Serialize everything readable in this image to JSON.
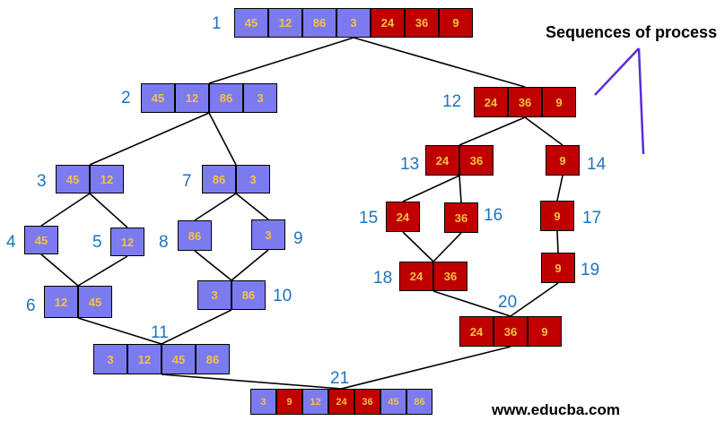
{
  "header": {
    "title": "Sequences of process"
  },
  "footer": {
    "site": "www.educba.com"
  },
  "colors": {
    "left_half": "#7b7bef",
    "right_half": "#c00000",
    "number_text": "#f5c242",
    "step_label": "#1e73be"
  },
  "nodes": [
    {
      "step": "1",
      "cells": [
        {
          "v": "45",
          "c": "blue"
        },
        {
          "v": "12",
          "c": "blue"
        },
        {
          "v": "86",
          "c": "blue"
        },
        {
          "v": "3",
          "c": "blue"
        },
        {
          "v": "24",
          "c": "red"
        },
        {
          "v": "36",
          "c": "red"
        },
        {
          "v": "9",
          "c": "red"
        }
      ]
    },
    {
      "step": "2",
      "cells": [
        {
          "v": "45",
          "c": "blue"
        },
        {
          "v": "12",
          "c": "blue"
        },
        {
          "v": "86",
          "c": "blue"
        },
        {
          "v": "3",
          "c": "blue"
        }
      ]
    },
    {
      "step": "3",
      "cells": [
        {
          "v": "45",
          "c": "blue"
        },
        {
          "v": "12",
          "c": "blue"
        }
      ]
    },
    {
      "step": "4",
      "cells": [
        {
          "v": "45",
          "c": "blue"
        }
      ]
    },
    {
      "step": "5",
      "cells": [
        {
          "v": "12",
          "c": "blue"
        }
      ]
    },
    {
      "step": "6",
      "cells": [
        {
          "v": "12",
          "c": "blue"
        },
        {
          "v": "45",
          "c": "blue"
        }
      ]
    },
    {
      "step": "7",
      "cells": [
        {
          "v": "86",
          "c": "blue"
        },
        {
          "v": "3",
          "c": "blue"
        }
      ]
    },
    {
      "step": "8",
      "cells": [
        {
          "v": "86",
          "c": "blue"
        }
      ]
    },
    {
      "step": "9",
      "cells": [
        {
          "v": "3",
          "c": "blue"
        }
      ]
    },
    {
      "step": "10",
      "cells": [
        {
          "v": "3",
          "c": "blue"
        },
        {
          "v": "86",
          "c": "blue"
        }
      ]
    },
    {
      "step": "11",
      "cells": [
        {
          "v": "3",
          "c": "blue"
        },
        {
          "v": "12",
          "c": "blue"
        },
        {
          "v": "45",
          "c": "blue"
        },
        {
          "v": "86",
          "c": "blue"
        }
      ]
    },
    {
      "step": "12",
      "cells": [
        {
          "v": "24",
          "c": "red"
        },
        {
          "v": "36",
          "c": "red"
        },
        {
          "v": "9",
          "c": "red"
        }
      ]
    },
    {
      "step": "13",
      "cells": [
        {
          "v": "24",
          "c": "red"
        },
        {
          "v": "36",
          "c": "red"
        }
      ]
    },
    {
      "step": "14",
      "cells": [
        {
          "v": "9",
          "c": "red"
        }
      ]
    },
    {
      "step": "15",
      "cells": [
        {
          "v": "24",
          "c": "red"
        }
      ]
    },
    {
      "step": "16",
      "cells": [
        {
          "v": "36",
          "c": "red"
        }
      ]
    },
    {
      "step": "17",
      "cells": [
        {
          "v": "9",
          "c": "red"
        }
      ]
    },
    {
      "step": "18",
      "cells": [
        {
          "v": "24",
          "c": "red"
        },
        {
          "v": "36",
          "c": "red"
        }
      ]
    },
    {
      "step": "19",
      "cells": [
        {
          "v": "9",
          "c": "red"
        }
      ]
    },
    {
      "step": "20",
      "cells": [
        {
          "v": "24",
          "c": "red"
        },
        {
          "v": "36",
          "c": "red"
        },
        {
          "v": "9",
          "c": "red"
        }
      ]
    },
    {
      "step": "21",
      "cells": [
        {
          "v": "3",
          "c": "blue"
        },
        {
          "v": "9",
          "c": "red"
        },
        {
          "v": "12",
          "c": "blue"
        },
        {
          "v": "24",
          "c": "red"
        },
        {
          "v": "36",
          "c": "red"
        },
        {
          "v": "45",
          "c": "blue"
        },
        {
          "v": "86",
          "c": "blue"
        }
      ]
    }
  ],
  "edges": [
    [
      "1",
      "2"
    ],
    [
      "1",
      "12"
    ],
    [
      "2",
      "3"
    ],
    [
      "2",
      "7"
    ],
    [
      "3",
      "4"
    ],
    [
      "3",
      "5"
    ],
    [
      "4",
      "6"
    ],
    [
      "5",
      "6"
    ],
    [
      "7",
      "8"
    ],
    [
      "7",
      "9"
    ],
    [
      "8",
      "10"
    ],
    [
      "9",
      "10"
    ],
    [
      "6",
      "11"
    ],
    [
      "10",
      "11"
    ],
    [
      "12",
      "13"
    ],
    [
      "12",
      "14"
    ],
    [
      "13",
      "15"
    ],
    [
      "13",
      "16"
    ],
    [
      "15",
      "18"
    ],
    [
      "16",
      "18"
    ],
    [
      "14",
      "17"
    ],
    [
      "17",
      "19"
    ],
    [
      "18",
      "20"
    ],
    [
      "19",
      "20"
    ],
    [
      "11",
      "21"
    ],
    [
      "20",
      "21"
    ]
  ]
}
